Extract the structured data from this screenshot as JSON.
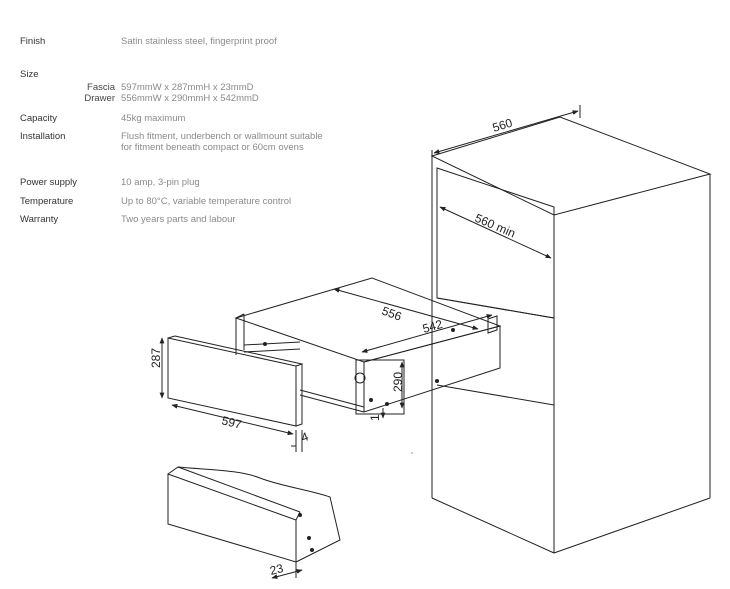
{
  "specs": {
    "finish": {
      "label": "Finish",
      "value": "Satin stainless steel, fingerprint proof"
    },
    "size": {
      "label": "Size",
      "fascia": {
        "label": "Fascia",
        "value": "597mmW x 287mmH x 23mmD"
      },
      "drawer": {
        "label": "Drawer",
        "value": "556mmW x 290mmH x 542mmD"
      }
    },
    "capacity": {
      "label": "Capacity",
      "value": "45kg maximum"
    },
    "installation": {
      "label": "Installation",
      "value": "Flush fitment, underbench or wallmount suitable for fitment beneath compact or 60cm ovens"
    },
    "power": {
      "label": "Power supply",
      "value": "10 amp, 3-pin plug"
    },
    "temperature": {
      "label": "Temperature",
      "value": "Up to 80°C, variable temperature control"
    },
    "warranty": {
      "label": "Warranty",
      "value": "Two years parts and labour"
    }
  },
  "dimensions": {
    "cabinet_width": "560",
    "opening_width": "560 min",
    "drawer_width": "556",
    "drawer_depth": "542",
    "drawer_height": "290",
    "fascia_height": "287",
    "fascia_width": "597",
    "gap_side": "4",
    "gap_bottom": "1",
    "fascia_depth": "23"
  }
}
